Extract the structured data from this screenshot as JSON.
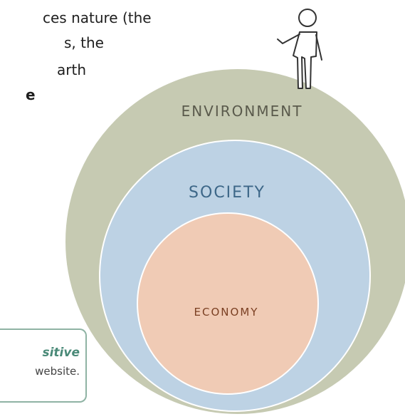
{
  "body_text": {
    "line1": "ces nature (the",
    "line2": "s, the",
    "line3": "arth",
    "line4": "e"
  },
  "callout": {
    "line1": "sitive",
    "line2": "website."
  },
  "diagram": {
    "environment_label": "ENVIRONMENT",
    "society_label": "SOCIETY",
    "economy_label": "ECONOMY",
    "colors": {
      "environment": "#c6cab2",
      "society": "#bdd2e4",
      "economy": "#f0cbb5",
      "environment_text": "#5a5a4c",
      "society_text": "#3d6788",
      "economy_text": "#7a3f22"
    },
    "figure_icon": "human-figure-icon"
  }
}
